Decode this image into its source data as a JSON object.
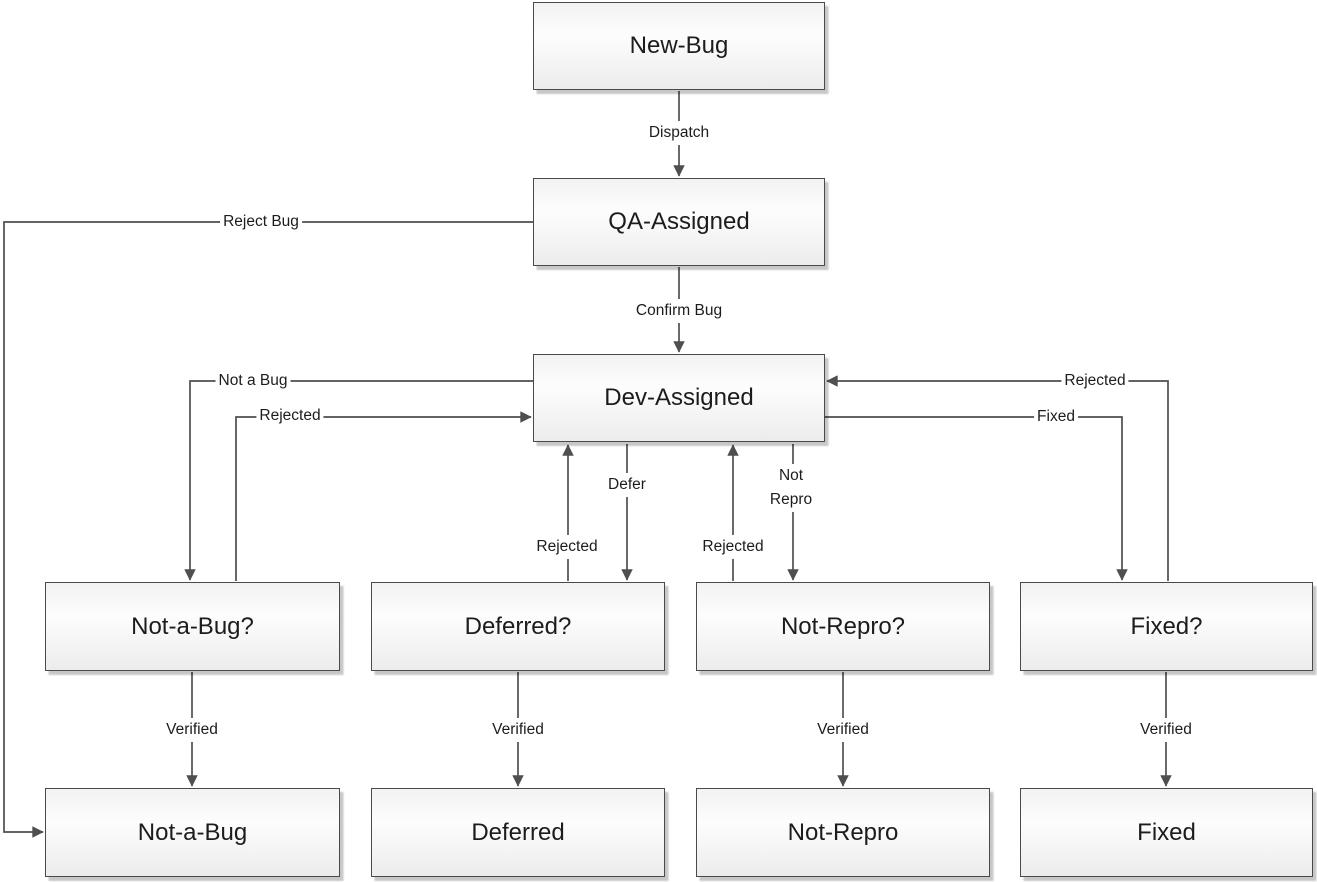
{
  "diagram": {
    "colors": {
      "line": "#4f4f4f",
      "node_border": "#4a4a4a",
      "text": "#1c1c1c",
      "label_halo": "#ffffff"
    },
    "nodes": [
      {
        "id": "new-bug",
        "label": "New-Bug"
      },
      {
        "id": "qa-assigned",
        "label": "QA-Assigned"
      },
      {
        "id": "dev-assigned",
        "label": "Dev-Assigned"
      },
      {
        "id": "not-a-bug-q",
        "label": "Not-a-Bug?"
      },
      {
        "id": "deferred-q",
        "label": "Deferred?"
      },
      {
        "id": "not-repro-q",
        "label": "Not-Repro?"
      },
      {
        "id": "fixed-q",
        "label": "Fixed?"
      },
      {
        "id": "not-a-bug",
        "label": "Not-a-Bug"
      },
      {
        "id": "deferred",
        "label": "Deferred"
      },
      {
        "id": "not-repro",
        "label": "Not-Repro"
      },
      {
        "id": "fixed",
        "label": "Fixed"
      }
    ],
    "edge_labels": {
      "dispatch": "Dispatch",
      "confirm_bug": "Confirm Bug",
      "reject_bug": "Reject Bug",
      "not_a_bug": "Not a Bug",
      "rejected_from_not_a_bug": "Rejected",
      "defer": "Defer",
      "rejected_from_deferred": "Rejected",
      "not_repro": "Not\nRepro",
      "rejected_from_not_repro": "Rejected",
      "fixed": "Fixed",
      "rejected_from_fixed": "Rejected",
      "verified_not_a_bug": "Verified",
      "verified_deferred": "Verified",
      "verified_not_repro": "Verified",
      "verified_fixed": "Verified"
    }
  }
}
